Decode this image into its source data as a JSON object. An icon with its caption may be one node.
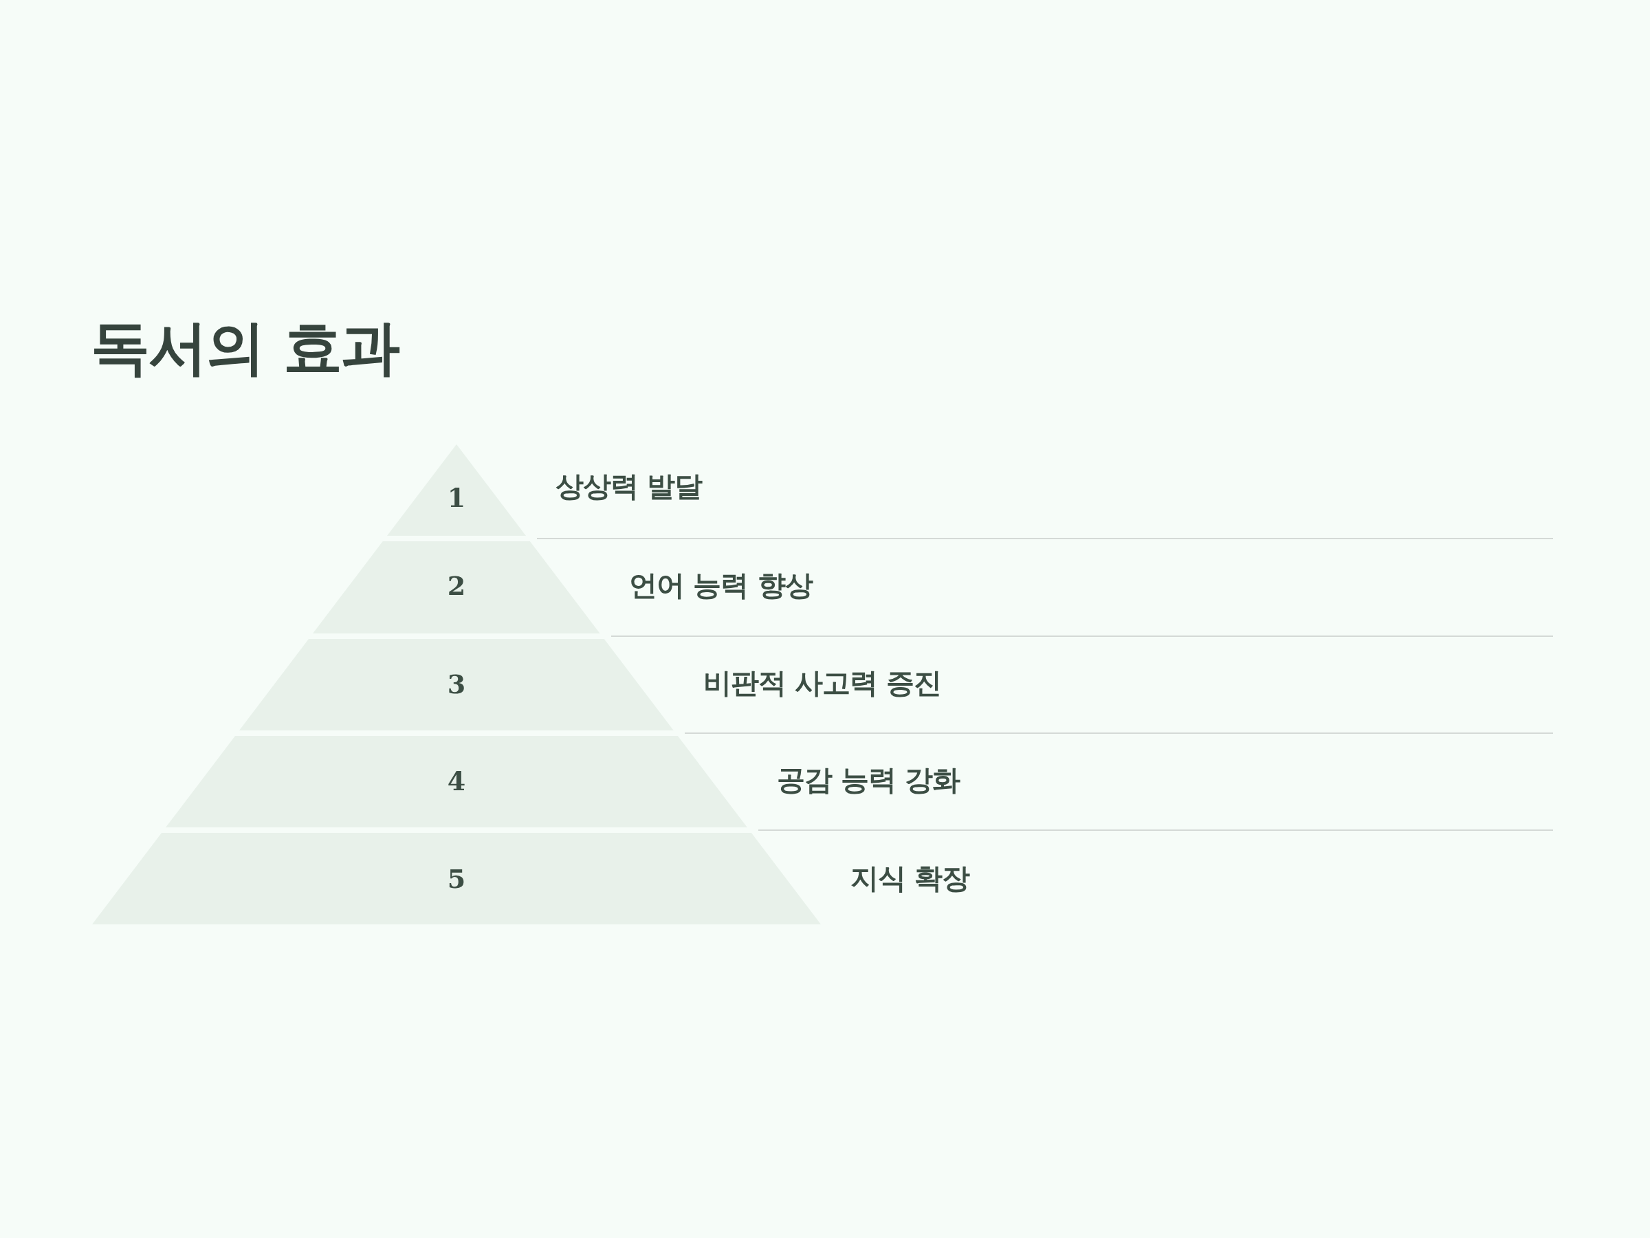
{
  "diagram": {
    "title": "독서의 효과",
    "nodes": [
      {
        "text": [
          "1"
        ],
        "beside": [
          "상상력 발달"
        ]
      },
      {
        "text": [
          "2"
        ],
        "beside": [
          "언어 능력 향상"
        ]
      },
      {
        "text": [
          "3"
        ],
        "beside": [
          "비판적 사고력 증진"
        ]
      },
      {
        "text": [
          "4"
        ],
        "beside": [
          "공감 능력 강화"
        ]
      },
      {
        "text": [
          "5"
        ],
        "beside": [
          "지식 확장"
        ]
      }
    ]
  }
}
